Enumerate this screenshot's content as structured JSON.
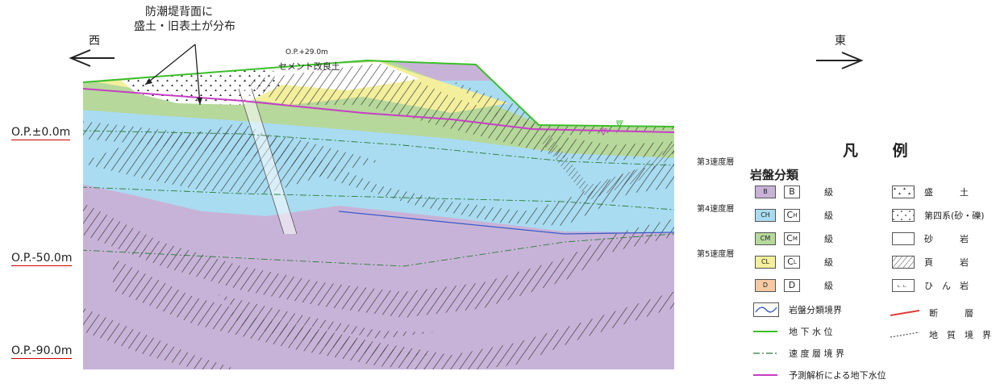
{
  "annotation": {
    "note_line1": "防潮堤背面に",
    "note_line2": "盛土・旧表土が分布",
    "elevation_label": "O.P.+29.0m",
    "cement_label": "セメント改良土"
  },
  "directions": {
    "west": "西",
    "east": "東"
  },
  "elevations": [
    "O.P.±0.0m",
    "O.P.-50.0m",
    "O.P.-90.0m"
  ],
  "velocity_layers": [
    "第3速度層",
    "第4速度層",
    "第5速度層"
  ],
  "legend": {
    "title": "凡 例",
    "rock_class_title": "岩盤分類",
    "rock_classes": [
      {
        "code": "B",
        "letter": "B",
        "sub": "",
        "suffix": "級",
        "color": "#c8b3d8"
      },
      {
        "code": "CH",
        "letter": "C",
        "sub": "H",
        "suffix": "級",
        "color": "#a9dcf0"
      },
      {
        "code": "CM",
        "letter": "C",
        "sub": "M",
        "suffix": "級",
        "color": "#b6d89a"
      },
      {
        "code": "CL",
        "letter": "C",
        "sub": "L",
        "suffix": "級",
        "color": "#f3ef9c"
      },
      {
        "code": "D",
        "letter": "D",
        "sub": "",
        "suffix": "級",
        "color": "#f5c9a2"
      }
    ],
    "rock_types": [
      {
        "name": "盛　　　土",
        "pattern": "triangles"
      },
      {
        "name": "第四系(砂・礫)",
        "pattern": "dots"
      },
      {
        "name": "砂　　　岩",
        "pattern": "blank"
      },
      {
        "name": "頁　　　岩",
        "pattern": "hatch"
      },
      {
        "name": "ひ　ん　岩",
        "pattern": "ticks"
      }
    ],
    "boundary_label": "岩盤分類境界",
    "fault_label": "断　　　層",
    "geo_boundary_label": "地　質　境　界",
    "groundwater_label": "地 下 水 位",
    "velocity_boundary_label": "速 度 層 境 界",
    "predicted_groundwater_label": "予測解析による地下水位",
    "colors": {
      "groundwater": "#3cbf2a",
      "predicted": "#c53fc4",
      "fault": "#e23a3a",
      "velocity": "#2b7a3a"
    }
  }
}
